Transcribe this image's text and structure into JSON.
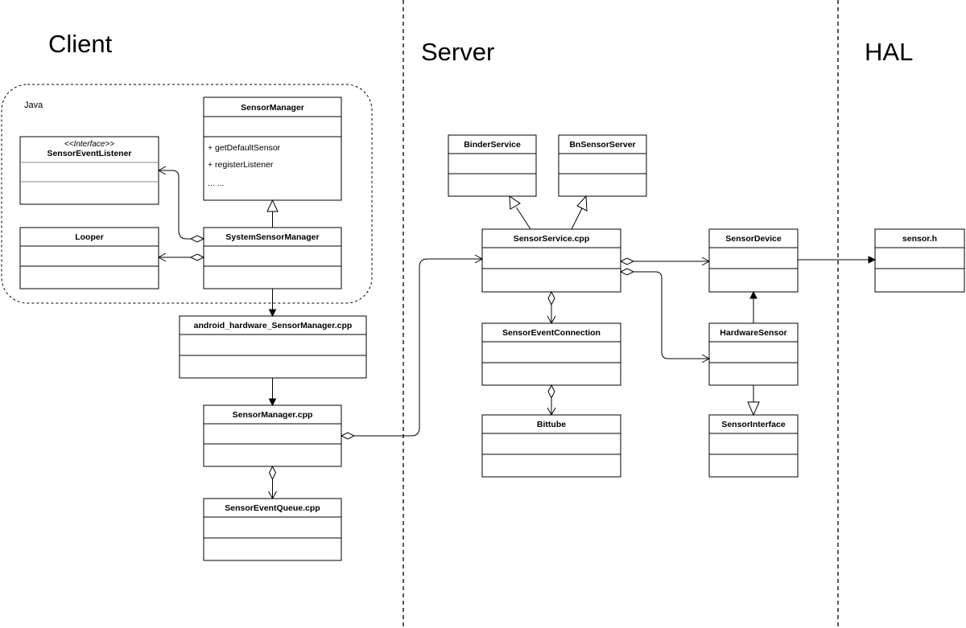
{
  "sections": [
    {
      "id": "client",
      "title": "Client"
    },
    {
      "id": "server",
      "title": "Server"
    },
    {
      "id": "hal",
      "title": "HAL"
    }
  ],
  "package": {
    "label": "Java"
  },
  "classes": [
    {
      "id": "sensor-manager",
      "name": "SensorManager",
      "members": [
        "+ getDefaultSensor",
        "+ registerListener",
        "... ..."
      ]
    },
    {
      "id": "sensor-event-listener",
      "stereotype": "<<Interface>>",
      "name": "SensorEventListener",
      "members": []
    },
    {
      "id": "looper",
      "name": "Looper",
      "members": []
    },
    {
      "id": "system-sensor-manager",
      "name": "SystemSensorManager",
      "members": []
    },
    {
      "id": "android-hardware-sensor-manager",
      "name": "android_hardware_SensorManager.cpp",
      "members": []
    },
    {
      "id": "sensor-manager-cpp",
      "name": "SensorManager.cpp",
      "members": []
    },
    {
      "id": "sensor-event-queue",
      "name": "SensorEventQueue.cpp",
      "members": []
    },
    {
      "id": "binder-service",
      "name": "BinderService",
      "members": []
    },
    {
      "id": "bn-sensor-server",
      "name": "BnSensorServer",
      "members": []
    },
    {
      "id": "sensor-service",
      "name": "SensorService.cpp",
      "members": []
    },
    {
      "id": "sensor-event-connection",
      "name": "SensorEventConnection",
      "members": []
    },
    {
      "id": "bittube",
      "name": "Bittube",
      "members": []
    },
    {
      "id": "sensor-device",
      "name": "SensorDevice",
      "members": []
    },
    {
      "id": "hardware-sensor",
      "name": "HardwareSensor",
      "members": []
    },
    {
      "id": "sensor-interface",
      "name": "SensorInterface",
      "members": []
    },
    {
      "id": "sensor-h",
      "name": "sensor.h",
      "members": []
    }
  ],
  "relations": [
    {
      "from": "system-sensor-manager",
      "to": "sensor-manager",
      "kind": "generalization"
    },
    {
      "from": "system-sensor-manager",
      "to": "sensor-event-listener",
      "kind": "aggregation"
    },
    {
      "from": "system-sensor-manager",
      "to": "looper",
      "kind": "aggregation"
    },
    {
      "from": "system-sensor-manager",
      "to": "android-hardware-sensor-manager",
      "kind": "dependency"
    },
    {
      "from": "android-hardware-sensor-manager",
      "to": "sensor-manager-cpp",
      "kind": "dependency"
    },
    {
      "from": "sensor-manager-cpp",
      "to": "sensor-event-queue",
      "kind": "aggregation"
    },
    {
      "from": "sensor-manager-cpp",
      "to": "sensor-service",
      "kind": "aggregation"
    },
    {
      "from": "sensor-service",
      "to": "binder-service",
      "kind": "generalization"
    },
    {
      "from": "sensor-service",
      "to": "bn-sensor-server",
      "kind": "generalization"
    },
    {
      "from": "sensor-service",
      "to": "sensor-event-connection",
      "kind": "aggregation"
    },
    {
      "from": "sensor-event-connection",
      "to": "bittube",
      "kind": "aggregation"
    },
    {
      "from": "sensor-service",
      "to": "sensor-device",
      "kind": "aggregation"
    },
    {
      "from": "sensor-service",
      "to": "hardware-sensor",
      "kind": "aggregation"
    },
    {
      "from": "hardware-sensor",
      "to": "sensor-device",
      "kind": "dependency"
    },
    {
      "from": "hardware-sensor",
      "to": "sensor-interface",
      "kind": "generalization"
    },
    {
      "from": "sensor-device",
      "to": "sensor-h",
      "kind": "dependency"
    }
  ]
}
